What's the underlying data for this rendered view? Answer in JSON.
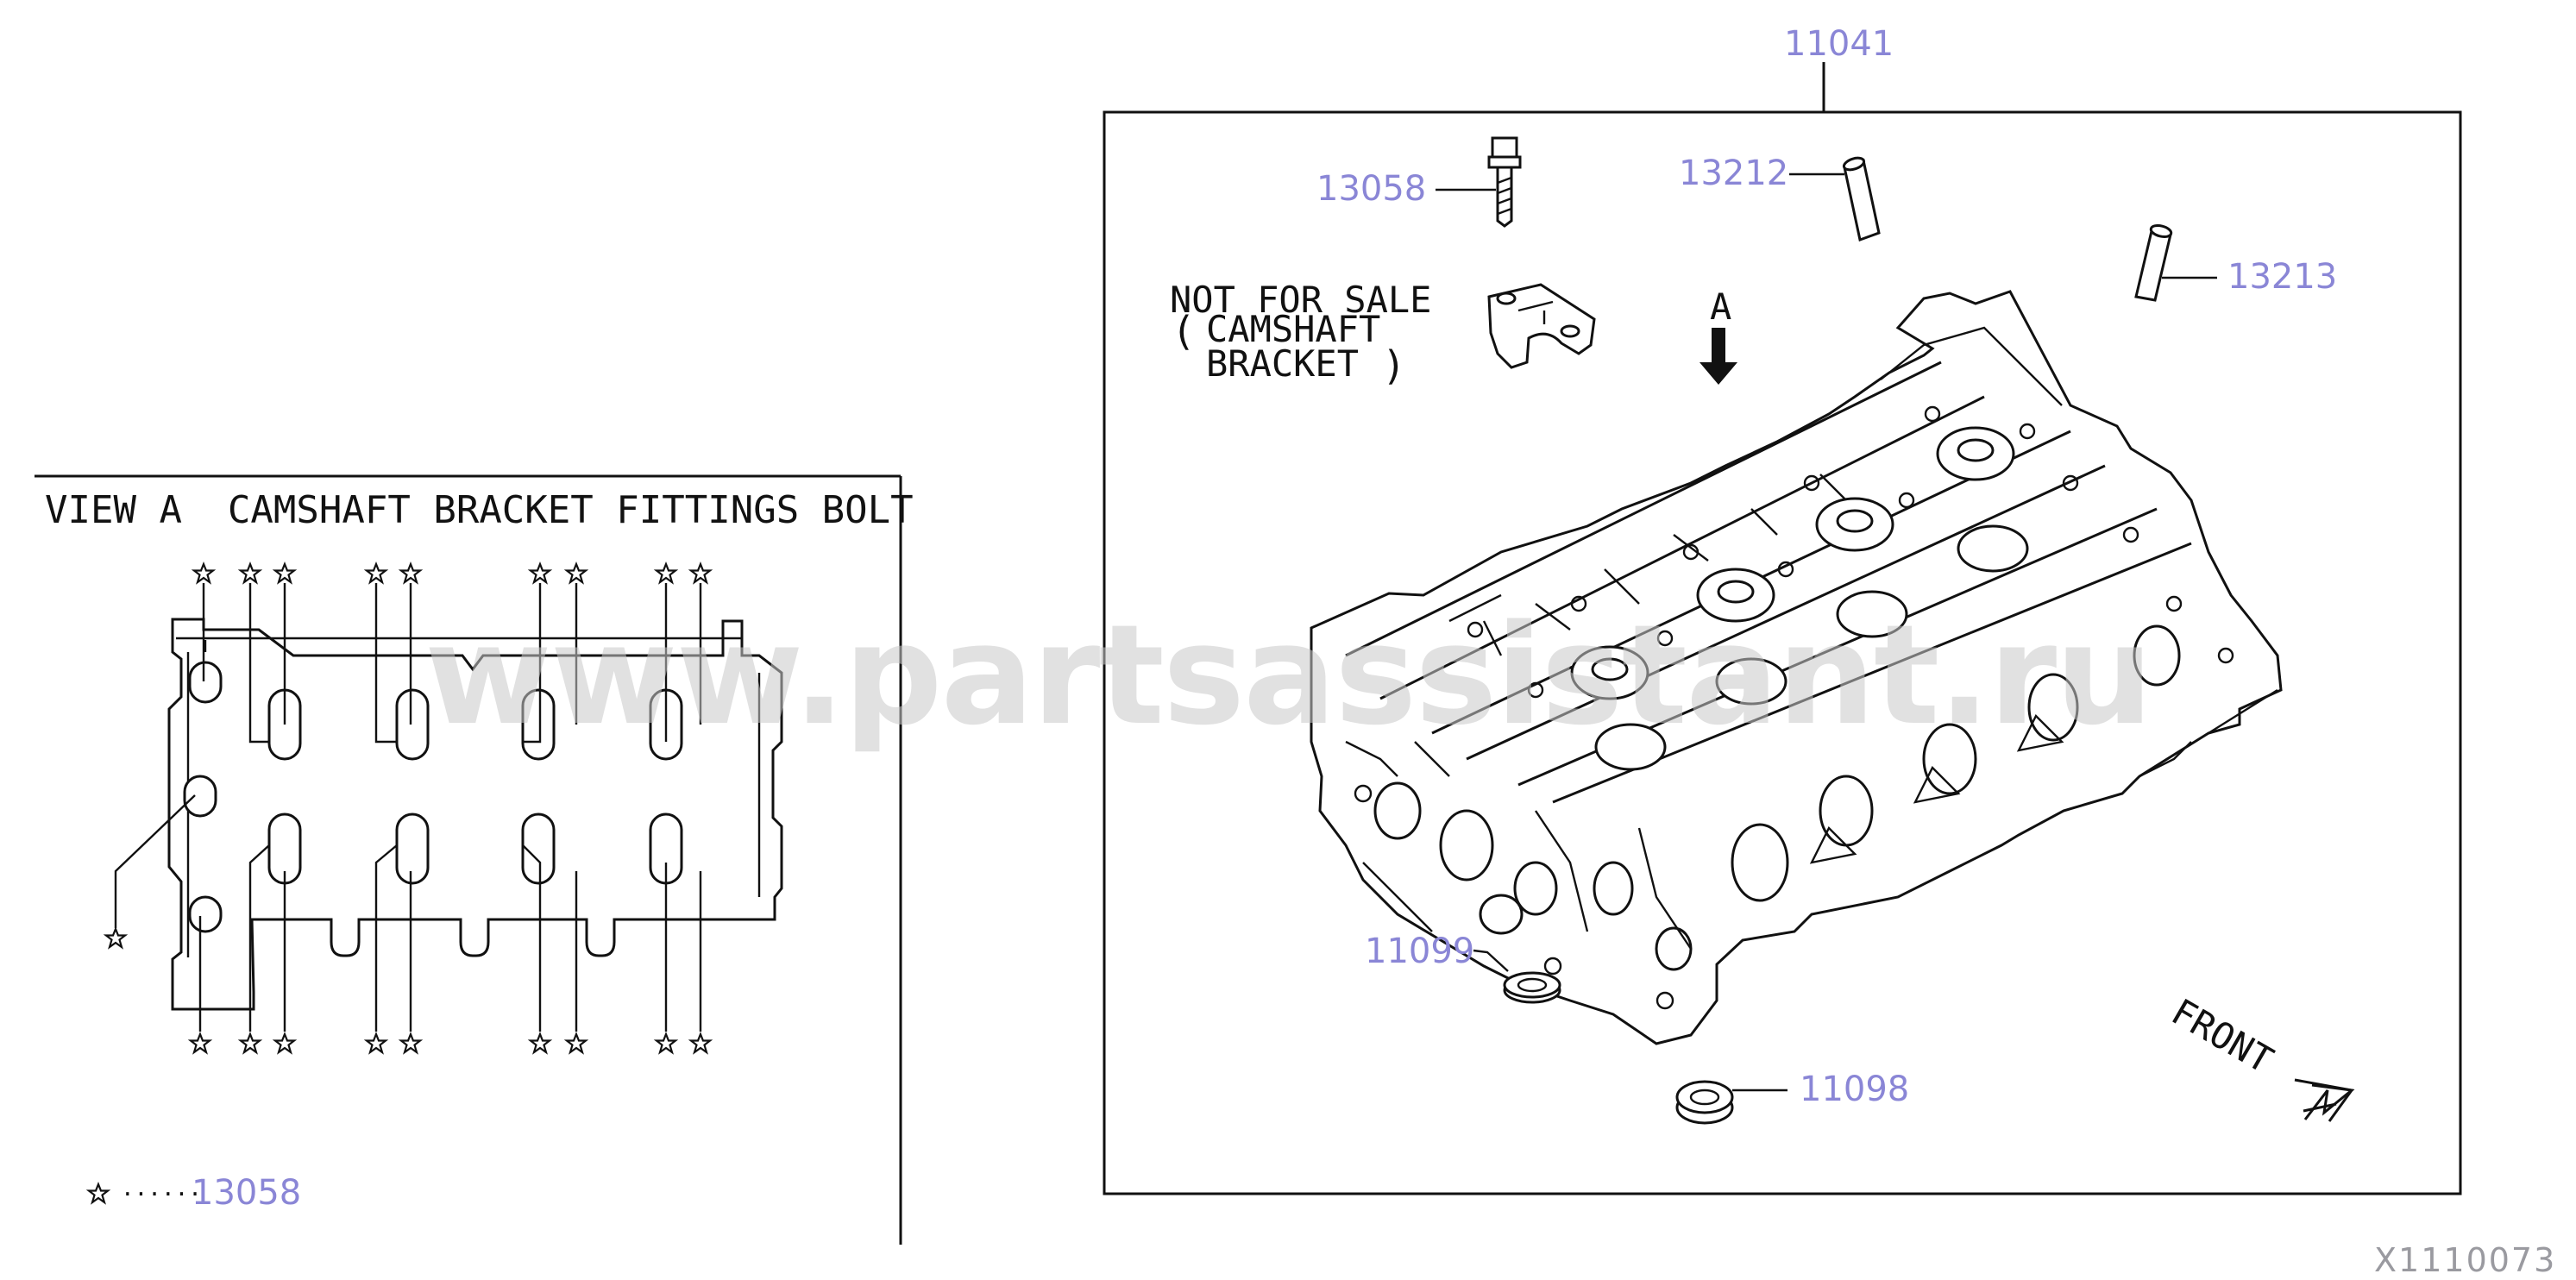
{
  "callouts": {
    "assembly": "11041",
    "bolt": "13058",
    "dowel_1": "13212",
    "dowel_2": "13213",
    "seal_1": "11099",
    "seal_2": "11098",
    "legend_part": "13058"
  },
  "notes": {
    "not_for_sale_line1": "NOT FOR SALE",
    "not_for_sale_line2": "CAMSHAFT",
    "not_for_sale_line3": "BRACKET",
    "view_marker": "A",
    "front_label": "FRONT"
  },
  "inset": {
    "title": "VIEW A  CAMSHAFT BRACKET FITTINGS BOLT",
    "legend_dots": "······"
  },
  "footer": {
    "figure_code": "X1110073"
  },
  "watermark": {
    "text": "www.partsassistant.ru"
  },
  "colors": {
    "callout": "#8a86d6",
    "line": "#111111",
    "watermark": "#c9c9c9"
  }
}
